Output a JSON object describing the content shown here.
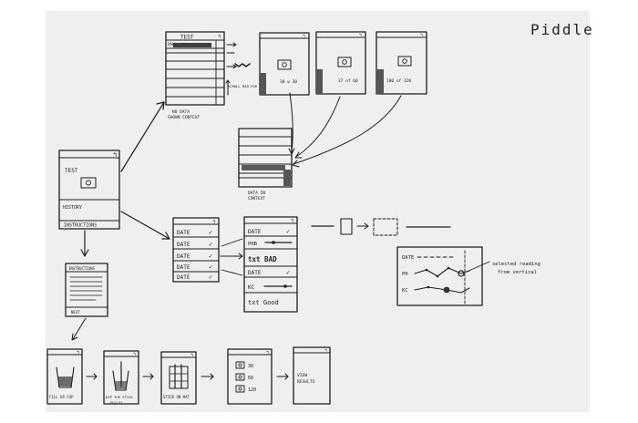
{
  "title": "Piddle",
  "home_screen": {
    "test_label": "TEST",
    "history_label": "HISTORY",
    "instructions_label": "INSTRUCTIONS"
  },
  "test_list": {
    "header": "TEST",
    "ph_label": "PH",
    "side_note": "SCROLL BAR FOR",
    "caption_line1": "NO DATA",
    "caption_line2": "SHOWN CONTEXT"
  },
  "result_screens": [
    {
      "caption": "30 w 30"
    },
    {
      "caption": "37 of 60"
    },
    {
      "caption": "100 of 120"
    }
  ],
  "data_context": {
    "caption_line1": "DATA IN",
    "caption_line2": "CONTEXT"
  },
  "history_list": {
    "rows": [
      "DATE",
      "DATE",
      "DATE",
      "DATE",
      "DATE"
    ]
  },
  "detail_screen": {
    "date_top": "DATE",
    "ph_label": "PHB",
    "bad_text": "txt BAD",
    "date_mid": "DATE",
    "kc_label": "KC",
    "good_text": "txt Good"
  },
  "graph": {
    "date_label": "DATE",
    "ph_label": "PH",
    "kc_label": "KC",
    "note_line1": "selected reading",
    "note_line2": "from vertical"
  },
  "instructions_screen": {
    "header": "INSTRUCTIONS",
    "footer": "NEXT"
  },
  "bottom_steps": [
    {
      "caption": "FILL UP CUP"
    },
    {
      "caption": "DIP THE STICK"
    },
    {
      "caption": "FULLY!"
    },
    {
      "caption": "STICK ON MAT"
    },
    {
      "caption": "VIEW RESULTS"
    }
  ],
  "timer_screen": {
    "values": [
      "30",
      "60",
      "120"
    ]
  }
}
